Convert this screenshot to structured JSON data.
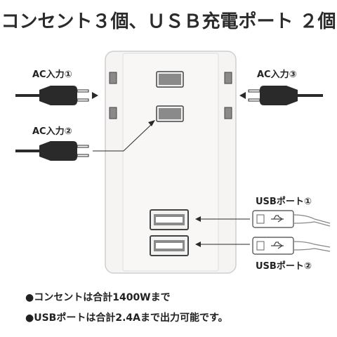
{
  "title": "コンセント３個、ＵＳＢ充電ポート ２個",
  "labels": {
    "ac1": "AC入力①",
    "ac2": "AC入力②",
    "ac3": "AC入力③",
    "usb1": "USBポート①",
    "usb2": "USBポート②"
  },
  "notes": {
    "outlet": "●コンセントは合計1400Wまで",
    "usb": "●USBポートは合計2.4Aまで出力可能です。"
  },
  "colors": {
    "body": "#f5f4f2",
    "body_edge": "#c8c8c8",
    "slot": "#8a8a8a",
    "plug": "#2a2a2a",
    "text": "#2b2b2b"
  }
}
